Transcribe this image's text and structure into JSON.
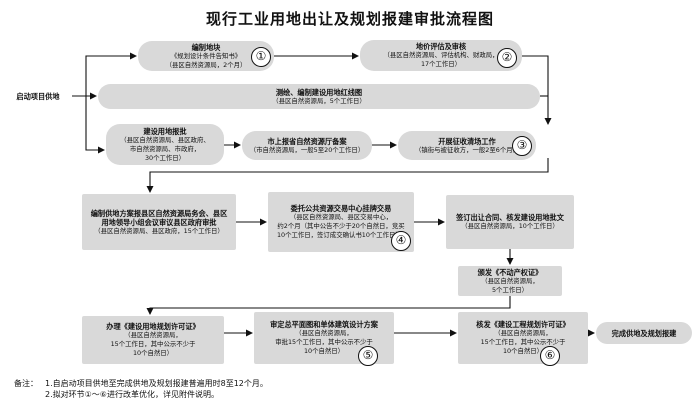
{
  "title": "现行工业用地出让及规划报建审批流程图",
  "nodes": {
    "start": {
      "title": "启动项目供地"
    },
    "design_notice": {
      "title": "编制地块",
      "lines": [
        "《规划设计条件告知书》",
        "（县区自然资源局，2个月）"
      ]
    },
    "land_price": {
      "title": "地价评估及审核",
      "lines": [
        "（县区自然资源局、评估机构、财政局，",
        "17个工作日）"
      ]
    },
    "survey": {
      "title": "测绘、编制建设用地红线图",
      "lines": [
        "（县区自然资源局，5个工作日）"
      ]
    },
    "land_report": {
      "title": "建设用地报批",
      "lines": [
        "（县区自然资源局、县区政府、",
        "市自然资源局、市政府，",
        "30个工作日）"
      ]
    },
    "city_filing": {
      "title": "市上报省自然资源厅备案",
      "lines": [
        "（市自然资源局，一般5至20个工作日）"
      ]
    },
    "clearance": {
      "title": "开展征收清场工作",
      "lines": [
        "（镇街与被征收方，一般2至6个月）"
      ]
    },
    "plan_approval": {
      "title": "编制供地方案报县区自然资源局务会、县区",
      "lines": [
        "用地领导小组会议审议县区政府审批",
        "（县区自然资源局、县区政府，15个工作日）"
      ]
    },
    "public_trade": {
      "title": "委托公共资源交易中心挂牌交易",
      "lines": [
        "（县区自然资源局、县区交易中心，",
        "约2个月（其中公告不少于20个自然日，竞买",
        "10个工作日，签订成交确认书10个工作日））"
      ]
    },
    "contract": {
      "title": "签订出让合同、核发建设用地批文",
      "lines": [
        "（县区自然资源局，10个工作日）"
      ]
    },
    "property_cert": {
      "title": "颁发《不动产权证》",
      "lines": [
        "（县区自然资源局，",
        "5个工作日）"
      ]
    },
    "land_permit": {
      "title": "办理《建设用地规划许可证》",
      "lines": [
        "（县区自然资源局，",
        "15个工作日，其中公示不少于",
        "10个自然日）"
      ]
    },
    "master_plan": {
      "title": "审定总平面图和单体建筑设计方案",
      "lines": [
        "（县区自然资源局，",
        "审批15个工作日，其中公示不少于",
        "10个自然日）"
      ]
    },
    "eng_permit": {
      "title": "核发《建设工程规划许可证》",
      "lines": [
        "（县区自然资源局，",
        "15个工作日，其中公示不少于",
        "10个自然日）"
      ]
    },
    "finish": {
      "title": "完成供地及规划报建"
    }
  },
  "badges": [
    "①",
    "②",
    "③",
    "④",
    "⑤",
    "⑥"
  ],
  "notes": {
    "label": "备注：",
    "lines": [
      "1.自启动项目供地至完成供地及规划报建普遍用时8至12个月。",
      "2.拟对环节①～⑥进行改革优化，详见附件说明。"
    ]
  }
}
